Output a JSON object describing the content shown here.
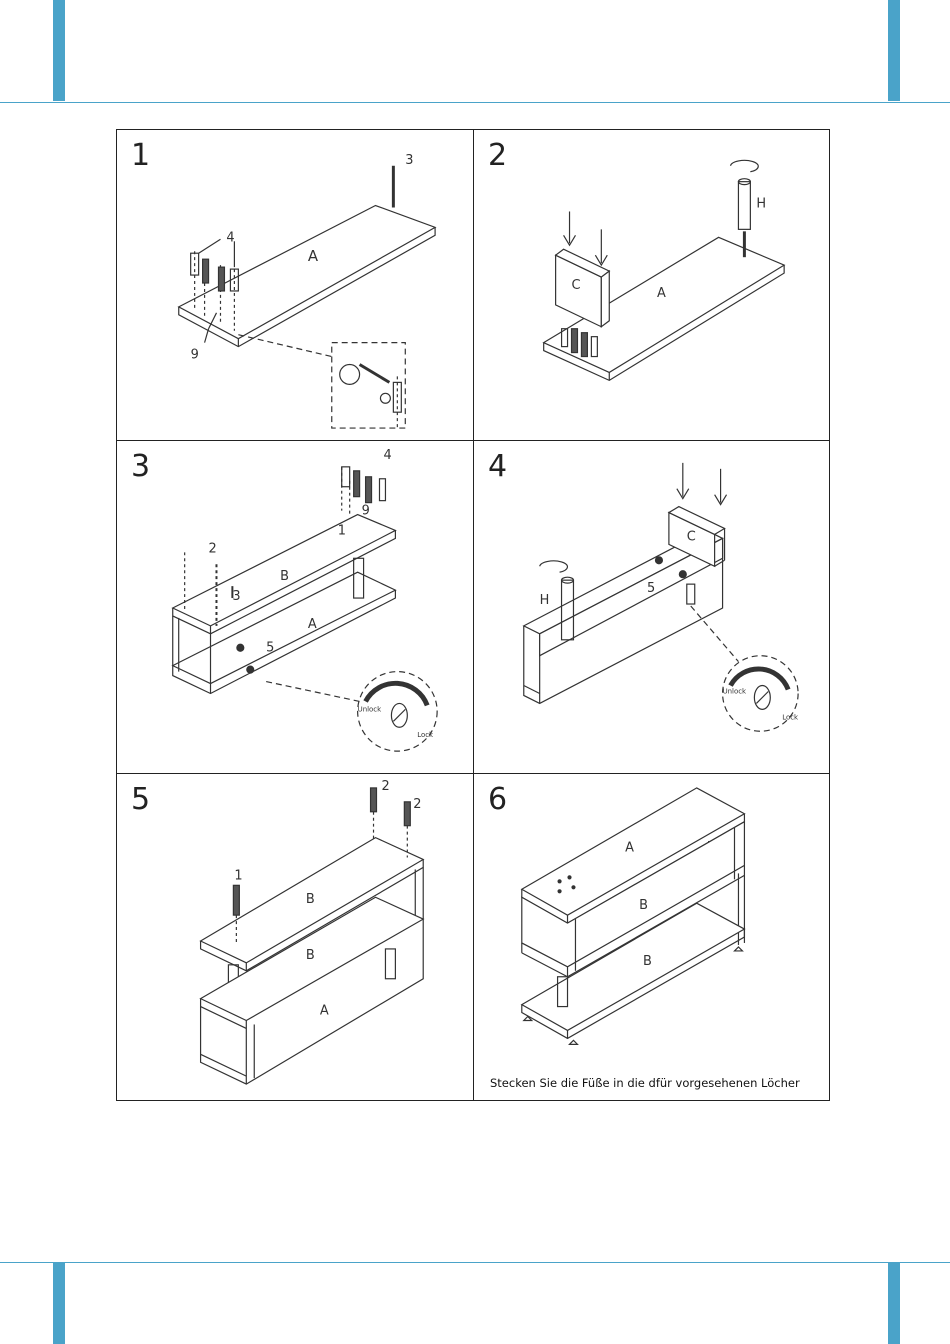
{
  "steps": [
    {
      "number": "1",
      "labels": {
        "part_a": "A",
        "n3": "3",
        "n4": "4",
        "n9": "9"
      }
    },
    {
      "number": "2",
      "labels": {
        "part_c": "C",
        "part_a": "A",
        "part_h": "H"
      }
    },
    {
      "number": "3",
      "labels": {
        "part_b": "B",
        "part_a": "A",
        "n1": "1",
        "n2": "2",
        "n3": "3",
        "n4": "4",
        "n5": "5",
        "n9": "9",
        "unlock": "Unlock",
        "lock": "Lock"
      }
    },
    {
      "number": "4",
      "labels": {
        "part_c": "C",
        "part_h": "H",
        "n5": "5",
        "unlock": "Unlock",
        "lock": "Lock"
      }
    },
    {
      "number": "5",
      "labels": {
        "part_b1": "B",
        "part_b2": "B",
        "part_a": "A",
        "n1": "1",
        "n2a": "2",
        "n2b": "2"
      }
    },
    {
      "number": "6",
      "labels": {
        "part_a": "A",
        "part_b1": "B",
        "part_b2": "B"
      },
      "caption": "Stecken Sie die Füße in die dfür vorgesehenen Löcher"
    }
  ],
  "colors": {
    "accent": "#4aa3c9",
    "line": "#222222"
  }
}
